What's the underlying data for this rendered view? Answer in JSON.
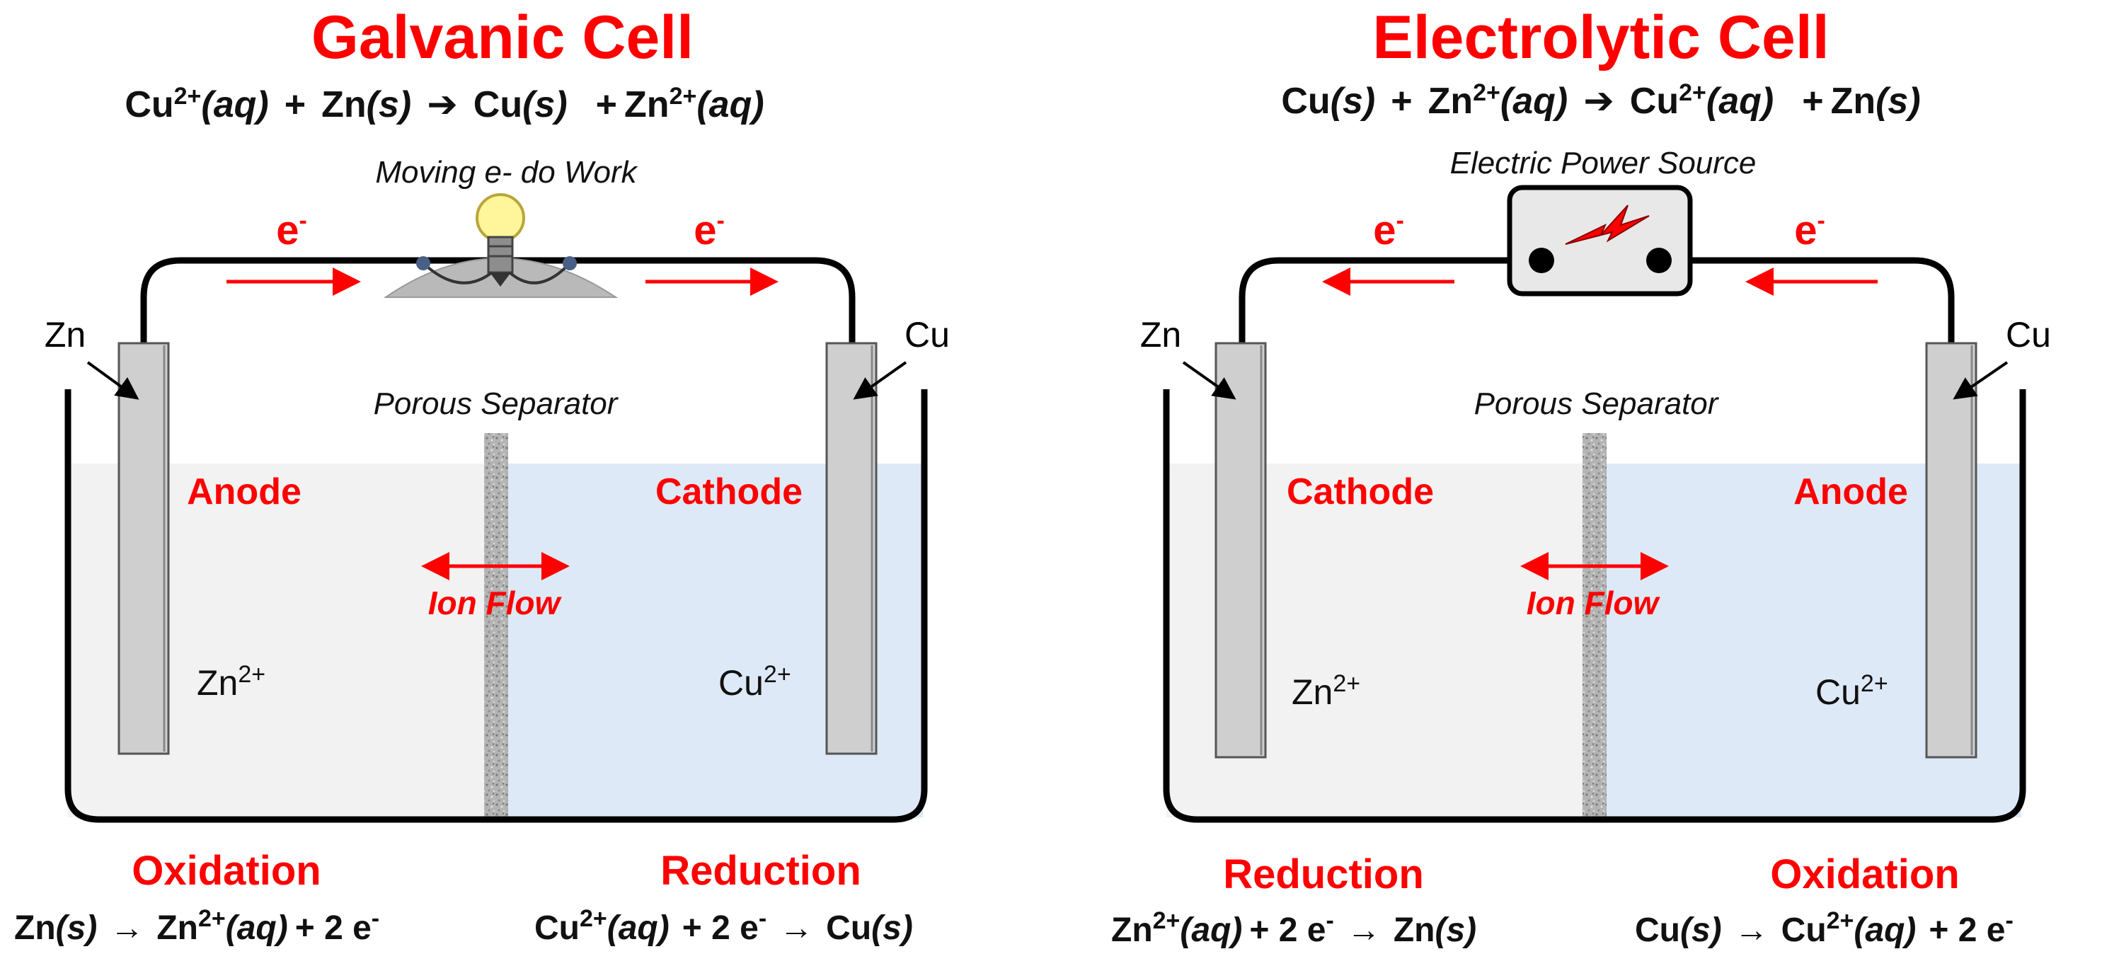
{
  "galvanic": {
    "title": "Galvanic Cell",
    "eq": {
      "a": "Cu",
      "a_sup": "2+",
      "a_state": "(aq)",
      "plus1": "+",
      "b": "Zn",
      "b_state": "(s)",
      "arrow": "➔",
      "c": "Cu",
      "c_state": "(s)",
      "plus2": "+",
      "d": "Zn",
      "d_sup": "2+",
      "d_state": "(aq)"
    },
    "top_label": "Moving e- do Work",
    "electron_left": "e",
    "electron_left_sup": "-",
    "electron_right": "e",
    "electron_right_sup": "-",
    "left_metal": "Zn",
    "right_metal": "Cu",
    "separator_label": "Porous Separator",
    "left_electrode_role": "Anode",
    "right_electrode_role": "Cathode",
    "ion_flow": "Ion Flow",
    "left_ion": "Zn",
    "left_ion_sup": "2+",
    "right_ion": "Cu",
    "right_ion_sup": "2+",
    "left_process": "Oxidation",
    "right_process": "Reduction",
    "left_reaction": {
      "p1": "Zn",
      "p1_state": "(s)",
      "arrow": "→",
      "p2": "Zn",
      "p2_sup": "2+",
      "p2_state": "(aq)",
      "tail": "+ 2 e",
      "tail_sup": "-"
    },
    "right_reaction": {
      "p1": "Cu",
      "p1_sup": "2+",
      "p1_state": "(aq)",
      "mid": "+  2 e",
      "mid_sup": "-",
      "arrow": "→",
      "p2": "Cu",
      "p2_state": "(s)"
    }
  },
  "electrolytic": {
    "title": "Electrolytic Cell",
    "eq": {
      "a": "Cu",
      "a_state": "(s)",
      "plus1": "+",
      "b": "Zn",
      "b_sup": "2+",
      "b_state": "(aq)",
      "arrow": "➔",
      "c": "Cu",
      "c_sup": "2+",
      "c_state": "(aq)",
      "plus2": "+",
      "d": "Zn",
      "d_state": "(s)"
    },
    "top_label": "Electric Power Source",
    "electron_left": "e",
    "electron_left_sup": "-",
    "electron_right": "e",
    "electron_right_sup": "-",
    "left_metal": "Zn",
    "right_metal": "Cu",
    "separator_label": "Porous Separator",
    "left_electrode_role": "Cathode",
    "right_electrode_role": "Anode",
    "ion_flow": "Ion Flow",
    "left_ion": "Zn",
    "left_ion_sup": "2+",
    "right_ion": "Cu",
    "right_ion_sup": "2+",
    "left_process": "Reduction",
    "right_process": "Oxidation",
    "left_reaction": {
      "p1": "Zn",
      "p1_sup": "2+",
      "p1_state": "(aq)",
      "mid": "+ 2 e",
      "mid_sup": "-",
      "arrow": "→",
      "p2": "Zn",
      "p2_state": "(s)"
    },
    "right_reaction": {
      "p1": "Cu",
      "p1_state": "(s)",
      "arrow": "→",
      "p2": "Cu",
      "p2_sup": "2+",
      "p2_state": "(aq)",
      "tail": "+  2 e",
      "tail_sup": "-"
    }
  },
  "colors": {
    "accent": "#ff0000",
    "left_solution": "#f2f2f2",
    "right_solution": "#dde9f6",
    "electrode": "#cfcfcf",
    "power_box": "#e8e8e8",
    "bulb_base": "#b9b9b9",
    "bulb_glass": "#fff59a"
  }
}
